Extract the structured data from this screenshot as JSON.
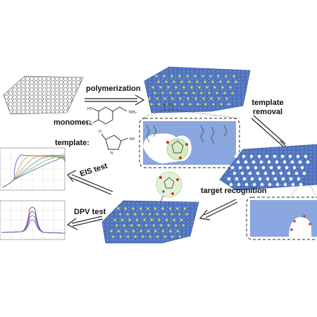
{
  "labels": {
    "polymerization": "polymerization",
    "monomer": "monomer:",
    "template": "template:",
    "template_removal_line1": "template",
    "template_removal_line2": "removal",
    "target_recognition": "target recognition",
    "eis_test": "EIS test",
    "dpv_test": "DPV test"
  },
  "colors": {
    "sheet_fill": "#5b83d2",
    "sheet_edge": "#3d62b0",
    "graphene_line": "#3a3f66",
    "green_template": "#b8d98a",
    "cavity_white": "#ffffff",
    "red_site": "#c0392b",
    "pocket_fill": "#8aa6de",
    "arrow": "#222222"
  },
  "plots": {
    "eis": {
      "curves": 6,
      "colors": [
        "#7a3fb0",
        "#c9a14a",
        "#c98a8a",
        "#4aa0a0",
        "#7fb04a",
        "#3f5fb0"
      ]
    },
    "dpv": {
      "curves": 4,
      "colors": [
        "#444444",
        "#7a3fb0",
        "#b04a9a",
        "#3f5fb0"
      ]
    }
  }
}
